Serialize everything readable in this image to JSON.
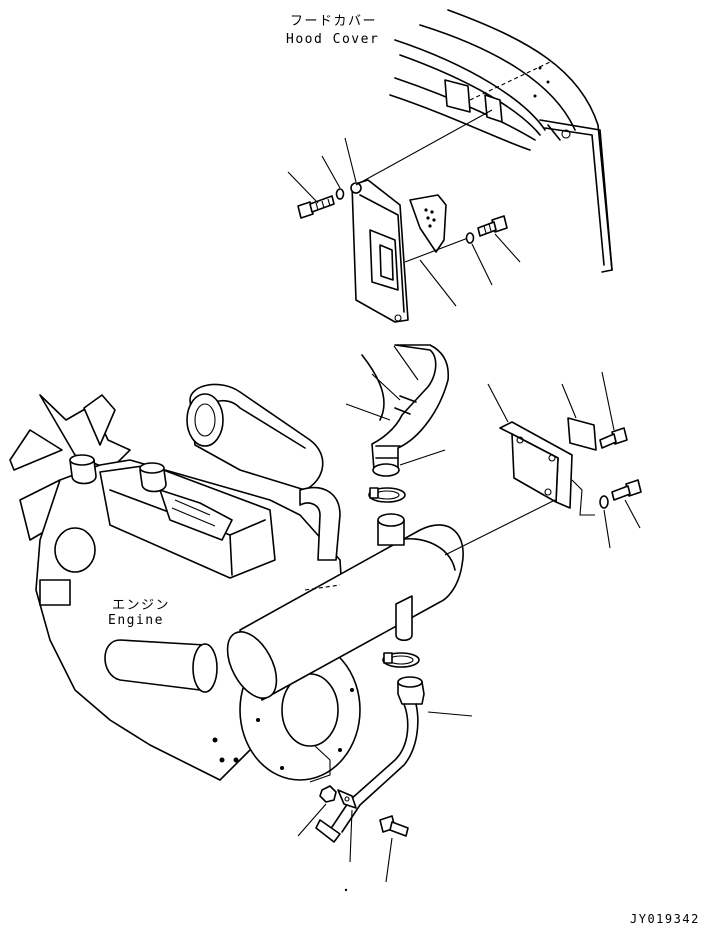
{
  "labels": {
    "hood_cover_jp": "フードカバー",
    "hood_cover_en": "Hood Cover",
    "engine_jp": "エンジン",
    "engine_en": "Engine",
    "drawing_number": "JY019342"
  }
}
